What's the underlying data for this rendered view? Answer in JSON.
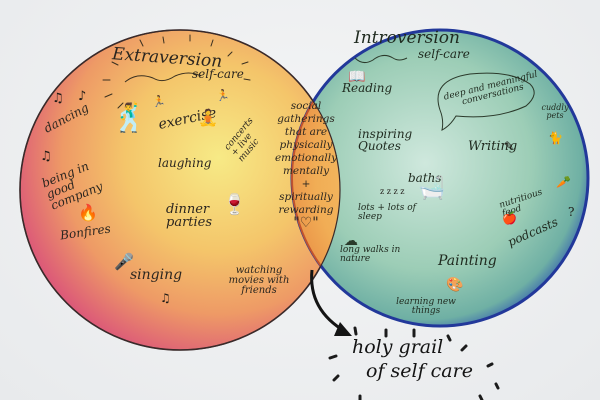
{
  "diagram": {
    "type": "venn",
    "colors": {
      "left_circle_warm_edge": "#d9526e",
      "left_circle_mid": "#f2a35b",
      "left_circle_center": "#f6e27a",
      "right_circle_edge": "#2a45a8",
      "right_circle_fill": "#8fc6b4",
      "right_circle_light": "#c9e4da",
      "overlap_fill": "#f0a04a",
      "outline": "#3a2a2a",
      "ink": "#2b2620",
      "background": "#eef0f2"
    },
    "left": {
      "title": "Extraversion",
      "subtitle": "self-care",
      "items": [
        "dancing",
        "exercise",
        "concerts + live music",
        "laughing",
        "being in good company",
        "Bonfires",
        "dinner parties",
        "singing",
        "watching movies with friends"
      ]
    },
    "right": {
      "title": "Introversion",
      "subtitle": "self-care",
      "items": [
        "Reading",
        "deep and meaningful conversations",
        "cuddly pets",
        "inspiring Quotes",
        "Writing",
        "baths",
        "lots + lots of sleep",
        "nutritious food",
        "podcasts",
        "long walks in nature",
        "Painting",
        "learning new things"
      ]
    },
    "overlap": {
      "lines": [
        "social",
        "gatherings",
        "that are",
        "physically",
        "emotionally",
        "mentally",
        "+",
        "spiritually",
        "rewarding",
        "\"♡\""
      ]
    },
    "callout": {
      "line1": "holy grail",
      "line2": "of self care"
    },
    "icons": {
      "dancer": "🕺",
      "note": "♫",
      "note2": "♪",
      "meditate": "🧘",
      "runner": "🏃",
      "wine": "🍷",
      "mic": "🎤",
      "book": "📖",
      "bath": "🛁",
      "cat": "🐈",
      "apple": "🍎",
      "carrot": "🥕",
      "palette": "🎨",
      "cloud": "☁",
      "heart": "♡",
      "zzz": "z z z z",
      "headphones": "🎧",
      "pencil": "✎",
      "fire": "🔥",
      "question": "?"
    }
  }
}
